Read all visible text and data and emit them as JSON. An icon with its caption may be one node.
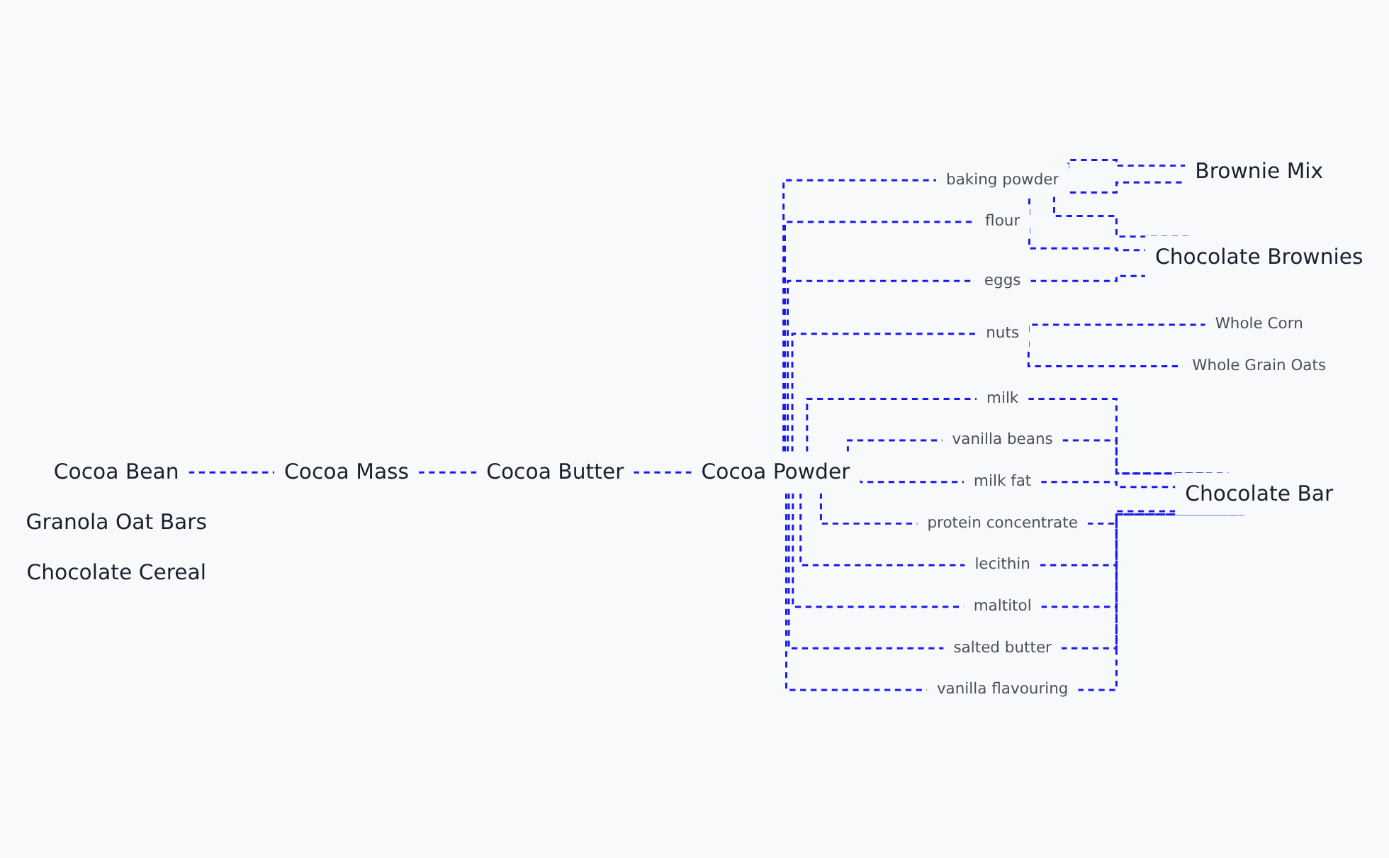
{
  "diagram": {
    "nodes": [
      {
        "text": [
          "Cocoa Bean"
        ]
      },
      {
        "text": [
          "Cocoa Mass"
        ]
      },
      {
        "text": [
          "Cocoa Butter"
        ]
      },
      {
        "text": [
          "Cocoa Powder"
        ]
      },
      {
        "text": [
          "baking powder"
        ]
      },
      {
        "text": [
          "flour"
        ]
      },
      {
        "text": [
          "eggs"
        ]
      },
      {
        "text": [
          "nuts"
        ]
      },
      {
        "text": [
          "milk"
        ]
      },
      {
        "text": [
          "vanilla beans"
        ]
      },
      {
        "text": [
          "milk fat"
        ]
      },
      {
        "text": [
          "protein concentrate"
        ]
      },
      {
        "text": [
          "lecithin"
        ]
      },
      {
        "text": [
          "maltitol"
        ]
      },
      {
        "text": [
          "salted butter"
        ]
      },
      {
        "text": [
          "vanilla flavouring"
        ]
      },
      {
        "text": [
          "Brownie Mix"
        ]
      },
      {
        "text": [
          "Chocolate Brownies"
        ]
      },
      {
        "text": [
          "Whole Corn"
        ]
      },
      {
        "text": [
          "Whole Grain Oats"
        ]
      },
      {
        "text": [
          "Granola Oat Bars"
        ]
      },
      {
        "text": [
          "Chocolate Cereal"
        ]
      },
      {
        "text": [
          "Chocolate Bar"
        ]
      }
    ],
    "edges": [
      {
        "from": 0,
        "to": 1,
        "arrow": "none",
        "style": "dashed"
      },
      {
        "from": 1,
        "to": 2,
        "arrow": "none",
        "style": "dashed"
      },
      {
        "from": 2,
        "to": 3,
        "arrow": "none",
        "style": "dashed"
      },
      {
        "from": 3,
        "to": 4,
        "arrow": "none",
        "style": "dashed"
      },
      {
        "from": 3,
        "to": 5,
        "arrow": "none",
        "style": "dashed"
      },
      {
        "from": 3,
        "to": 6,
        "arrow": "none",
        "style": "dashed"
      },
      {
        "from": 3,
        "to": 7,
        "arrow": "none",
        "style": "dashed"
      },
      {
        "from": 3,
        "to": 8,
        "arrow": "none",
        "style": "dashed"
      },
      {
        "from": 3,
        "to": 9,
        "arrow": "none",
        "style": "dashed"
      },
      {
        "from": 3,
        "to": 10,
        "arrow": "none",
        "style": "dashed"
      },
      {
        "from": 3,
        "to": 11,
        "arrow": "none",
        "style": "dashed"
      },
      {
        "from": 3,
        "to": 12,
        "arrow": "none",
        "style": "dashed"
      },
      {
        "from": 3,
        "to": 13,
        "arrow": "none",
        "style": "dashed"
      },
      {
        "from": 3,
        "to": 14,
        "arrow": "none",
        "style": "dashed"
      },
      {
        "from": 3,
        "to": 15,
        "arrow": "none",
        "style": "dashed"
      },
      {
        "from": 4,
        "to": 16,
        "arrow": "none",
        "style": "dashed"
      },
      {
        "from": 5,
        "to": 16,
        "arrow": "none",
        "style": "dashed"
      },
      {
        "from": 4,
        "to": 17,
        "arrow": "none",
        "style": "dashed"
      },
      {
        "from": 5,
        "to": 17,
        "arrow": "none",
        "style": "dashed"
      },
      {
        "from": 6,
        "to": 17,
        "arrow": "none",
        "style": "dashed"
      },
      {
        "from": 7,
        "to": 18,
        "arrow": "none",
        "style": "dashed"
      },
      {
        "from": 7,
        "to": 19,
        "arrow": "none",
        "style": "dashed"
      },
      {
        "from": 8,
        "to": 22,
        "arrow": "none",
        "style": "dashed"
      },
      {
        "from": 9,
        "to": 22,
        "arrow": "none",
        "style": "dashed"
      },
      {
        "from": 10,
        "to": 22,
        "arrow": "none",
        "style": "dashed"
      },
      {
        "from": 11,
        "to": 22,
        "arrow": "none",
        "style": "dashed"
      },
      {
        "from": 12,
        "to": 22,
        "arrow": "none",
        "style": "dashed"
      },
      {
        "from": 13,
        "to": 22,
        "arrow": "none",
        "style": "dashed"
      },
      {
        "from": 14,
        "to": 22,
        "arrow": "none",
        "style": "dashed"
      },
      {
        "from": 15,
        "to": 22,
        "arrow": "none",
        "style": "dashed"
      }
    ]
  }
}
